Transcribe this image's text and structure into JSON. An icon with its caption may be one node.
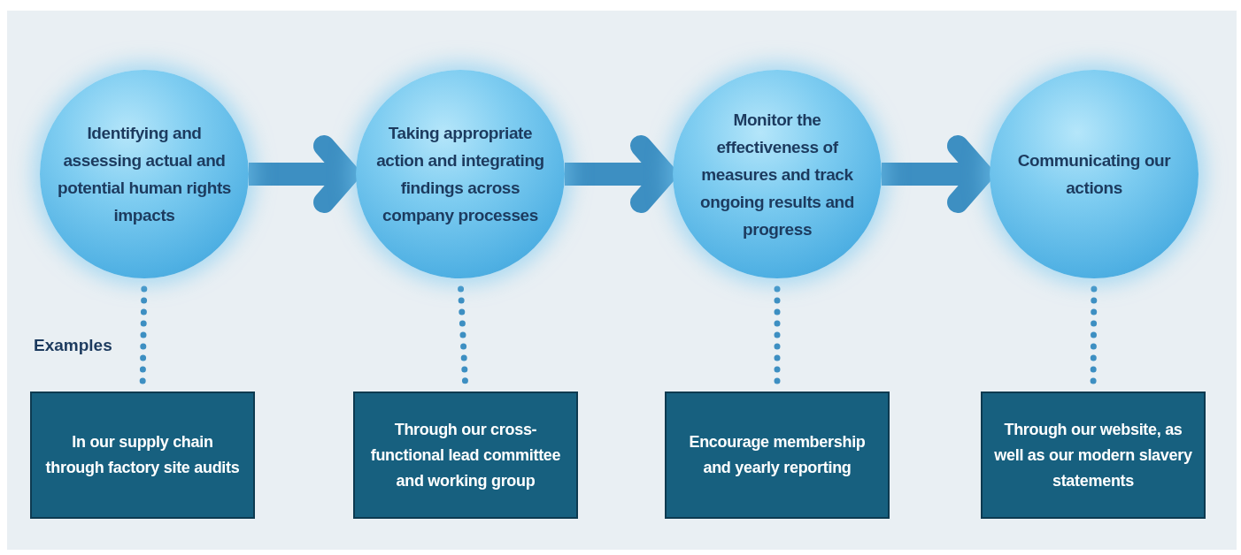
{
  "diagram": {
    "nodes": [
      {
        "text": [
          "Identifying and assessing actual and potential human rights impacts"
        ]
      },
      {
        "text": [
          "Taking appropriate action and integrating findings across company processes"
        ]
      },
      {
        "text": [
          "Monitor the effectiveness of measures and track ongoing results and progress"
        ]
      },
      {
        "text": [
          "Communicating our actions"
        ]
      },
      {
        "text": [
          "In our supply chain through factory site audits"
        ]
      },
      {
        "text": [
          "Through our cross-functional lead committee and working group"
        ]
      },
      {
        "text": [
          "Encourage membership and yearly reporting"
        ]
      },
      {
        "text": [
          "Through our website, as well as our modern slavery statements"
        ]
      }
    ],
    "edges": [
      {
        "from": 0,
        "to": 1,
        "arrow": "to",
        "style": "thick"
      },
      {
        "from": 1,
        "to": 2,
        "arrow": "to",
        "style": "thick"
      },
      {
        "from": 2,
        "to": 3,
        "arrow": "to",
        "style": "thick"
      },
      {
        "from": 0,
        "to": 4,
        "arrow": "none",
        "style": "dashed"
      },
      {
        "from": 1,
        "to": 5,
        "arrow": "none",
        "style": "dashed"
      },
      {
        "from": 2,
        "to": 6,
        "arrow": "none",
        "style": "dashed"
      },
      {
        "from": 3,
        "to": 7,
        "arrow": "none",
        "style": "dashed"
      }
    ],
    "labels": [
      "Examples"
    ]
  }
}
